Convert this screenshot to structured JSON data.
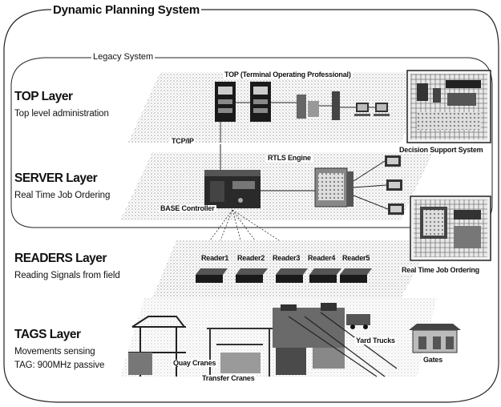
{
  "system": {
    "title": "Dynamic Planning System",
    "legacy_label": "Legacy System"
  },
  "layers": [
    {
      "name": "TOP Layer",
      "desc": "Top level administration"
    },
    {
      "name": "SERVER Layer",
      "desc": "Real Time Job Ordering"
    },
    {
      "name": "READERS Layer",
      "desc": "Reading Signals from field"
    },
    {
      "name": "TAGS Layer",
      "desc": "Movements sensing",
      "desc2": "TAG: 900MHz passive"
    }
  ],
  "labels": {
    "top_professional": "TOP (Terminal Operating Professional)",
    "tcpip": "TCP/IP",
    "rtls_engine": "RTLS Engine",
    "decision_support": "Decision Support System",
    "base_controller": "BASE Controller",
    "real_time_job_ordering": "Real Time Job Ordering",
    "quay_cranes": "Quay Cranes",
    "transfer_cranes": "Transfer Cranes",
    "yard_trucks": "Yard Trucks",
    "gates": "Gates"
  },
  "readers": [
    "Reader1",
    "Reader2",
    "Reader3",
    "Reader4",
    "Reader5"
  ]
}
